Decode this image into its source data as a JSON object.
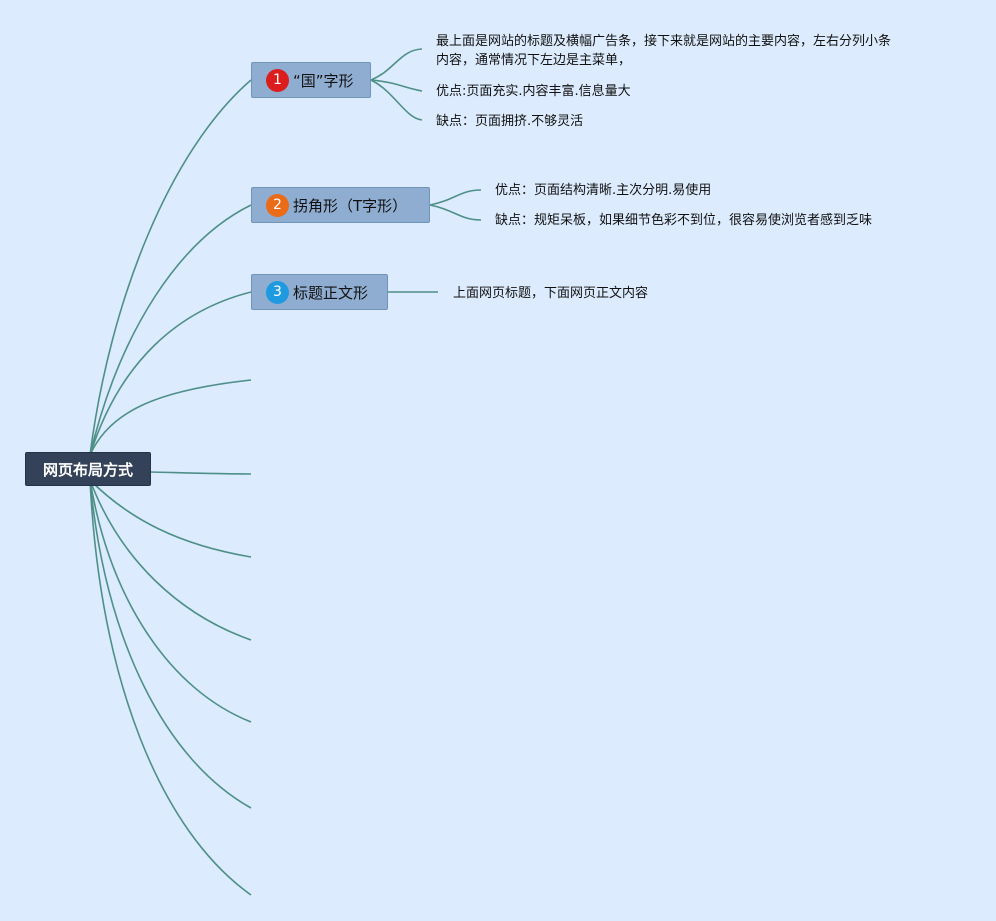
{
  "root": {
    "label": "网页布局方式"
  },
  "branches": [
    {
      "label": "“国”字形",
      "badge": "1",
      "badge_color": "#dc1d1d",
      "children": [
        "最上面是网站的标题及横幅广告条，接下来就是网站的主要内容，左右分列小条",
        "内容，通常情况下左边是主菜单，",
        "优点:页面充实.内容丰富.信息量大",
        "缺点：页面拥挤.不够灵活"
      ]
    },
    {
      "label": "拐角形（T字形）",
      "badge": "2",
      "badge_color": "#ea6b18",
      "children": [
        "优点：页面结构清晰.主次分明.易使用",
        "缺点：规矩呆板，如果细节色彩不到位，很容易使浏览者感到乏味"
      ]
    },
    {
      "label": "标题正文形",
      "badge": "3",
      "badge_color": "#1f9ae0",
      "children": [
        "上面网页标题，下面网页正文内容"
      ]
    }
  ],
  "colors": {
    "background": "#dcebfd",
    "connector": "#4e9088",
    "root_fill": "#344259",
    "topic_fill": "#8fadd0"
  }
}
